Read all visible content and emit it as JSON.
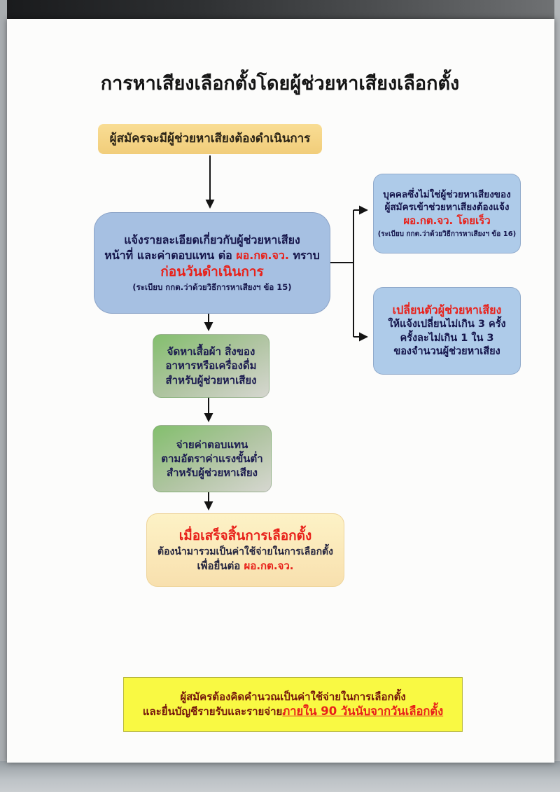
{
  "title": "การหาเสียงเลือกตั้งโดยผู้ช่วยหาเสียงเลือกตั้ง",
  "flow": {
    "start": {
      "text": "ผู้สมัครจะมีผู้ช่วยหาเสียงต้องดำเนินการ"
    },
    "notify": {
      "line1": "แจ้งรายละเอียดเกี่ยวกับผู้ช่วยหาเสียง",
      "line2a": "หน้าที่ และค่าตอบแทน ต่อ ",
      "line2b": "ผอ.กต.จว.",
      "line2c": " ทราบ",
      "line3": "ก่อนวันดำเนินการ",
      "line4": "(ระเบียบ กกต.ว่าด้วยวิธีการหาเสียงฯ ข้อ 15)"
    },
    "outsider": {
      "line1": "บุคคลซึ่งไม่ใช่ผู้ช่วยหาเสียงของ",
      "line2": "ผู้สมัครเข้าช่วยหาเสียงต้องแจ้ง",
      "line3": "ผอ.กต.จว. โดยเร็ว",
      "line4": "(ระเบียบ กกต.ว่าด้วยวิธีการหาเสียงฯ ข้อ 16)"
    },
    "replace": {
      "line1": "เปลี่ยนตัวผู้ช่วยหาเสียง",
      "line2": "ให้แจ้งเปลี่ยนไม่เกิน 3 ครั้ง",
      "line3": "ครั้งละไม่เกิน 1 ใน 3",
      "line4": "ของจำนวนผู้ช่วยหาเสียง"
    },
    "provide": {
      "line1": "จัดหาเสื้อผ้า สิ่งของ",
      "line2": "อาหารหรือเครื่องดื่ม",
      "line3": "สำหรับผู้ช่วยหาเสียง"
    },
    "pay": {
      "line1": "จ่ายค่าตอบแทน",
      "line2": "ตามอัตราค่าแรงขั้นต่ำ",
      "line3": "สำหรับผู้ช่วยหาเสียง"
    },
    "finish": {
      "line1": "เมื่อเสร็จสิ้นการเลือกตั้ง",
      "line2": "ต้องนำมารวมเป็นค่าใช้จ่ายในการเลือกตั้ง",
      "line3a": "เพื่อยื่นต่อ ",
      "line3b": "ผอ.กต.จว."
    },
    "footer": {
      "line1": "ผู้สมัครต้องคิดคำนวณเป็นค่าใช้จ่ายในการเลือกตั้ง",
      "line2a": "และยื่นบัญชีรายรับและรายจ่าย",
      "line2b": "ภายใน 90 วันนับจากวันเลือกตั้ง"
    }
  },
  "colors": {
    "accent_red": "#e8211a",
    "dark_navy_text": "#15154a",
    "start_box_fill": "#f6d68a",
    "main_blue_fill": "#a6c0e2",
    "side_blue_fill": "#aecbe9",
    "green_fill_top": "#83bf6d",
    "green_fill_bottom": "#d6d7d0",
    "finish_box_fill": "#fdeebc",
    "footer_box_fill": "#f9f943"
  }
}
